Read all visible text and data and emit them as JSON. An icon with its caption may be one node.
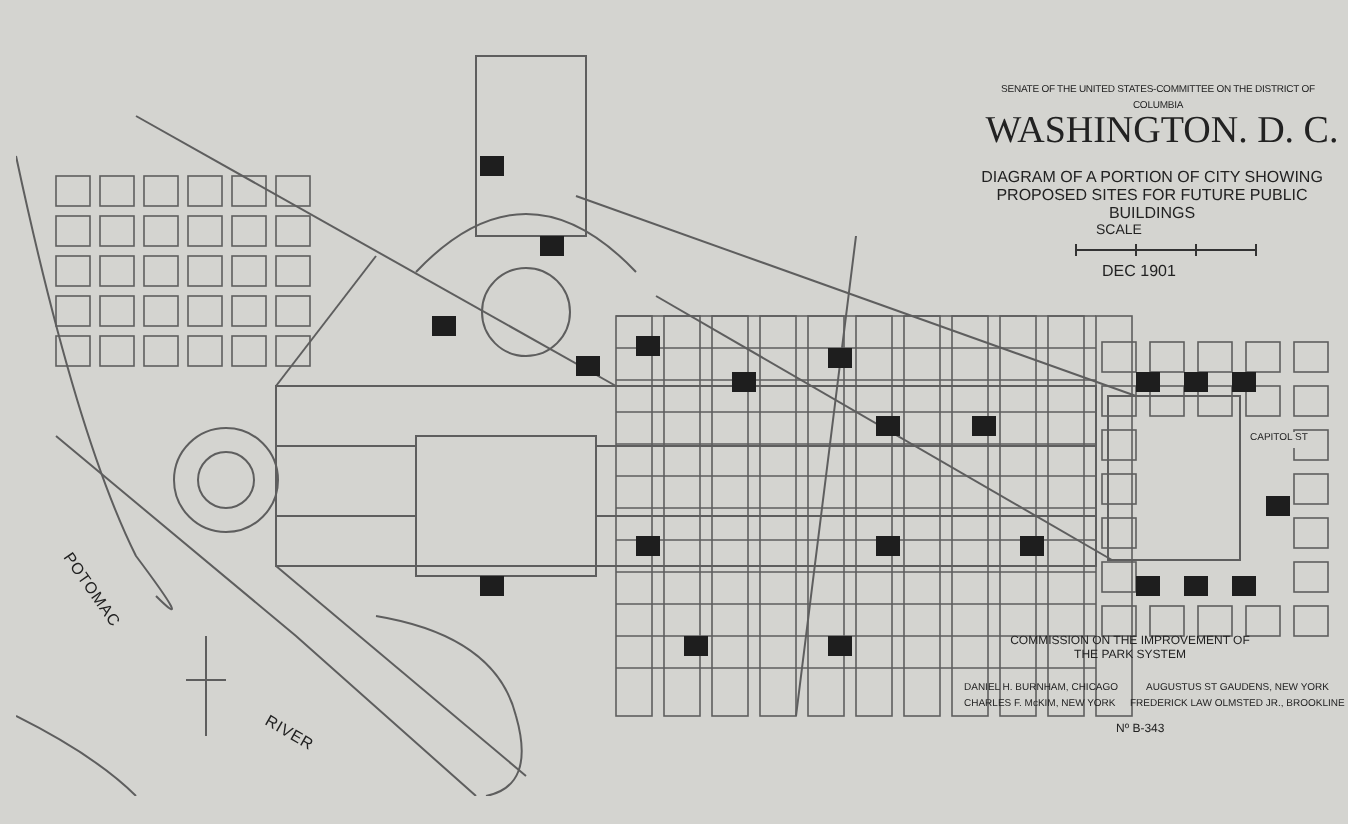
{
  "diagram": {
    "title": "WASHINGTON. D. C.",
    "labels": [
      "SENATE OF THE UNITED STATES-COMMITTEE ON THE DISTRICT OF COLUMBIA",
      "DIAGRAM OF A PORTION OF CITY SHOWING PROPOSED SITES FOR FUTURE PUBLIC BUILDINGS",
      "SCALE",
      "DEC 1901",
      "POTOMAC",
      "CAPITOL ST",
      "RIVER",
      "COMMISSION ON THE IMPROVEMENT OF THE PARK SYSTEM",
      "DANIEL H. BURNHAM, CHICAGO",
      "AUGUSTUS ST GAUDENS, NEW YORK",
      "CHARLES F. McKIM, NEW YORK",
      "FREDERICK LAW OLMSTED JR., BROOKLINE",
      "Nº B-343"
    ]
  }
}
